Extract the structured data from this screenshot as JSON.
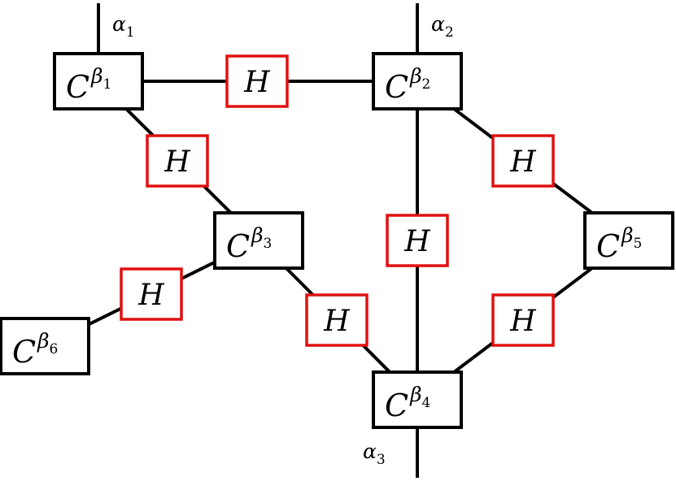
{
  "diagram": {
    "tensor_letter": "C",
    "tensor_super_letter": "β",
    "h_label": "H",
    "open_leg_letter": "α",
    "tensors": [
      {
        "id": "c1",
        "sub": "1"
      },
      {
        "id": "c2",
        "sub": "2"
      },
      {
        "id": "c3",
        "sub": "3"
      },
      {
        "id": "c4",
        "sub": "4"
      },
      {
        "id": "c5",
        "sub": "5"
      },
      {
        "id": "c6",
        "sub": "6"
      }
    ],
    "open_legs": [
      {
        "id": "a1",
        "sub": "1",
        "tensor": "c1"
      },
      {
        "id": "a2",
        "sub": "2",
        "tensor": "c2"
      },
      {
        "id": "a3",
        "sub": "3",
        "tensor": "c4"
      }
    ],
    "bonds": [
      {
        "from": "c1",
        "to": "c2",
        "label": "H"
      },
      {
        "from": "c1",
        "to": "c3",
        "label": "H"
      },
      {
        "from": "c2",
        "to": "c5",
        "label": "H"
      },
      {
        "from": "c2",
        "to": "c4",
        "label": "H"
      },
      {
        "from": "c3",
        "to": "c6",
        "label": "H"
      },
      {
        "from": "c3",
        "to": "c4",
        "label": "H"
      },
      {
        "from": "c5",
        "to": "c4",
        "label": "H"
      }
    ],
    "colors": {
      "tensor_border": "#000000",
      "h_border": "#e01010",
      "lines": "#000000"
    }
  }
}
